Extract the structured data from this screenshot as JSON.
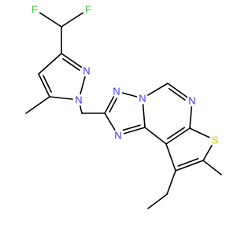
{
  "molecule": {
    "atoms": [
      {
        "id": "F1",
        "symbol": "F",
        "color": "#33cc33",
        "label": true
      },
      {
        "id": "F2",
        "symbol": "F",
        "color": "#33cc33",
        "label": true
      },
      {
        "id": "Cf",
        "symbol": "C",
        "color": "#000000",
        "label": false
      },
      {
        "id": "Pc3",
        "symbol": "C",
        "color": "#000000",
        "label": false
      },
      {
        "id": "Pc4",
        "symbol": "C",
        "color": "#000000",
        "label": false
      },
      {
        "id": "Pc5",
        "symbol": "C",
        "color": "#000000",
        "label": false
      },
      {
        "id": "Me5",
        "symbol": "C",
        "color": "#000000",
        "label": false
      },
      {
        "id": "Pn1",
        "symbol": "N",
        "color": "#3333ff",
        "label": true
      },
      {
        "id": "Pn2",
        "symbol": "N",
        "color": "#3333ff",
        "label": true
      },
      {
        "id": "CH2",
        "symbol": "C",
        "color": "#000000",
        "label": false
      },
      {
        "id": "Tc2",
        "symbol": "C",
        "color": "#000000",
        "label": false
      },
      {
        "id": "Tn1",
        "symbol": "N",
        "color": "#3333ff",
        "label": true
      },
      {
        "id": "Tn3",
        "symbol": "N",
        "color": "#3333ff",
        "label": true
      },
      {
        "id": "Na",
        "symbol": "N",
        "color": "#3333ff",
        "label": true
      },
      {
        "id": "Ca",
        "symbol": "C",
        "color": "#000000",
        "label": false
      },
      {
        "id": "Cp",
        "symbol": "C",
        "color": "#000000",
        "label": false
      },
      {
        "id": "Np",
        "symbol": "N",
        "color": "#3333ff",
        "label": true
      },
      {
        "id": "Cq",
        "symbol": "C",
        "color": "#000000",
        "label": false
      },
      {
        "id": "Cr",
        "symbol": "C",
        "color": "#000000",
        "label": false
      },
      {
        "id": "S",
        "symbol": "S",
        "color": "#cccc00",
        "label": true
      },
      {
        "id": "Cs",
        "symbol": "C",
        "color": "#000000",
        "label": false
      },
      {
        "id": "Ct",
        "symbol": "C",
        "color": "#000000",
        "label": false
      },
      {
        "id": "Et1",
        "symbol": "C",
        "color": "#000000",
        "label": false
      },
      {
        "id": "Et2",
        "symbol": "C",
        "color": "#000000",
        "label": false
      },
      {
        "id": "Me7",
        "symbol": "C",
        "color": "#000000",
        "label": false
      }
    ],
    "bonds": [
      {
        "a": "F1",
        "b": "Cf",
        "order": 1
      },
      {
        "a": "F2",
        "b": "Cf",
        "order": 1
      },
      {
        "a": "Cf",
        "b": "Pc3",
        "order": 1
      },
      {
        "a": "Pc3",
        "b": "Pc4",
        "order": 1
      },
      {
        "a": "Pc3",
        "b": "Pn2",
        "order": 2
      },
      {
        "a": "Pc4",
        "b": "Pc5",
        "order": 2
      },
      {
        "a": "Pc5",
        "b": "Me5",
        "order": 1
      },
      {
        "a": "Pc5",
        "b": "Pn1",
        "order": 1
      },
      {
        "a": "Pn1",
        "b": "Pn2",
        "order": 1
      },
      {
        "a": "Pn1",
        "b": "CH2",
        "order": 1
      },
      {
        "a": "CH2",
        "b": "Tc2",
        "order": 1
      },
      {
        "a": "Tc2",
        "b": "Tn1",
        "order": 2
      },
      {
        "a": "Tc2",
        "b": "Tn3",
        "order": 1
      },
      {
        "a": "Tn1",
        "b": "Na",
        "order": 1
      },
      {
        "a": "Tn3",
        "b": "Ca",
        "order": 2
      },
      {
        "a": "Ca",
        "b": "Na",
        "order": 1
      },
      {
        "a": "Na",
        "b": "Cp",
        "order": 1
      },
      {
        "a": "Cp",
        "b": "Np",
        "order": 2
      },
      {
        "a": "Np",
        "b": "Cq",
        "order": 1
      },
      {
        "a": "Cq",
        "b": "Cr",
        "order": 2
      },
      {
        "a": "Cr",
        "b": "Ca",
        "order": 1
      },
      {
        "a": "Cq",
        "b": "S",
        "order": 1
      },
      {
        "a": "S",
        "b": "Cs",
        "order": 1
      },
      {
        "a": "Cs",
        "b": "Ct",
        "order": 2
      },
      {
        "a": "Ct",
        "b": "Cr",
        "order": 1
      },
      {
        "a": "Ct",
        "b": "Et1",
        "order": 1
      },
      {
        "a": "Et1",
        "b": "Et2",
        "order": 1
      },
      {
        "a": "Cs",
        "b": "Me7",
        "order": 1
      }
    ]
  }
}
